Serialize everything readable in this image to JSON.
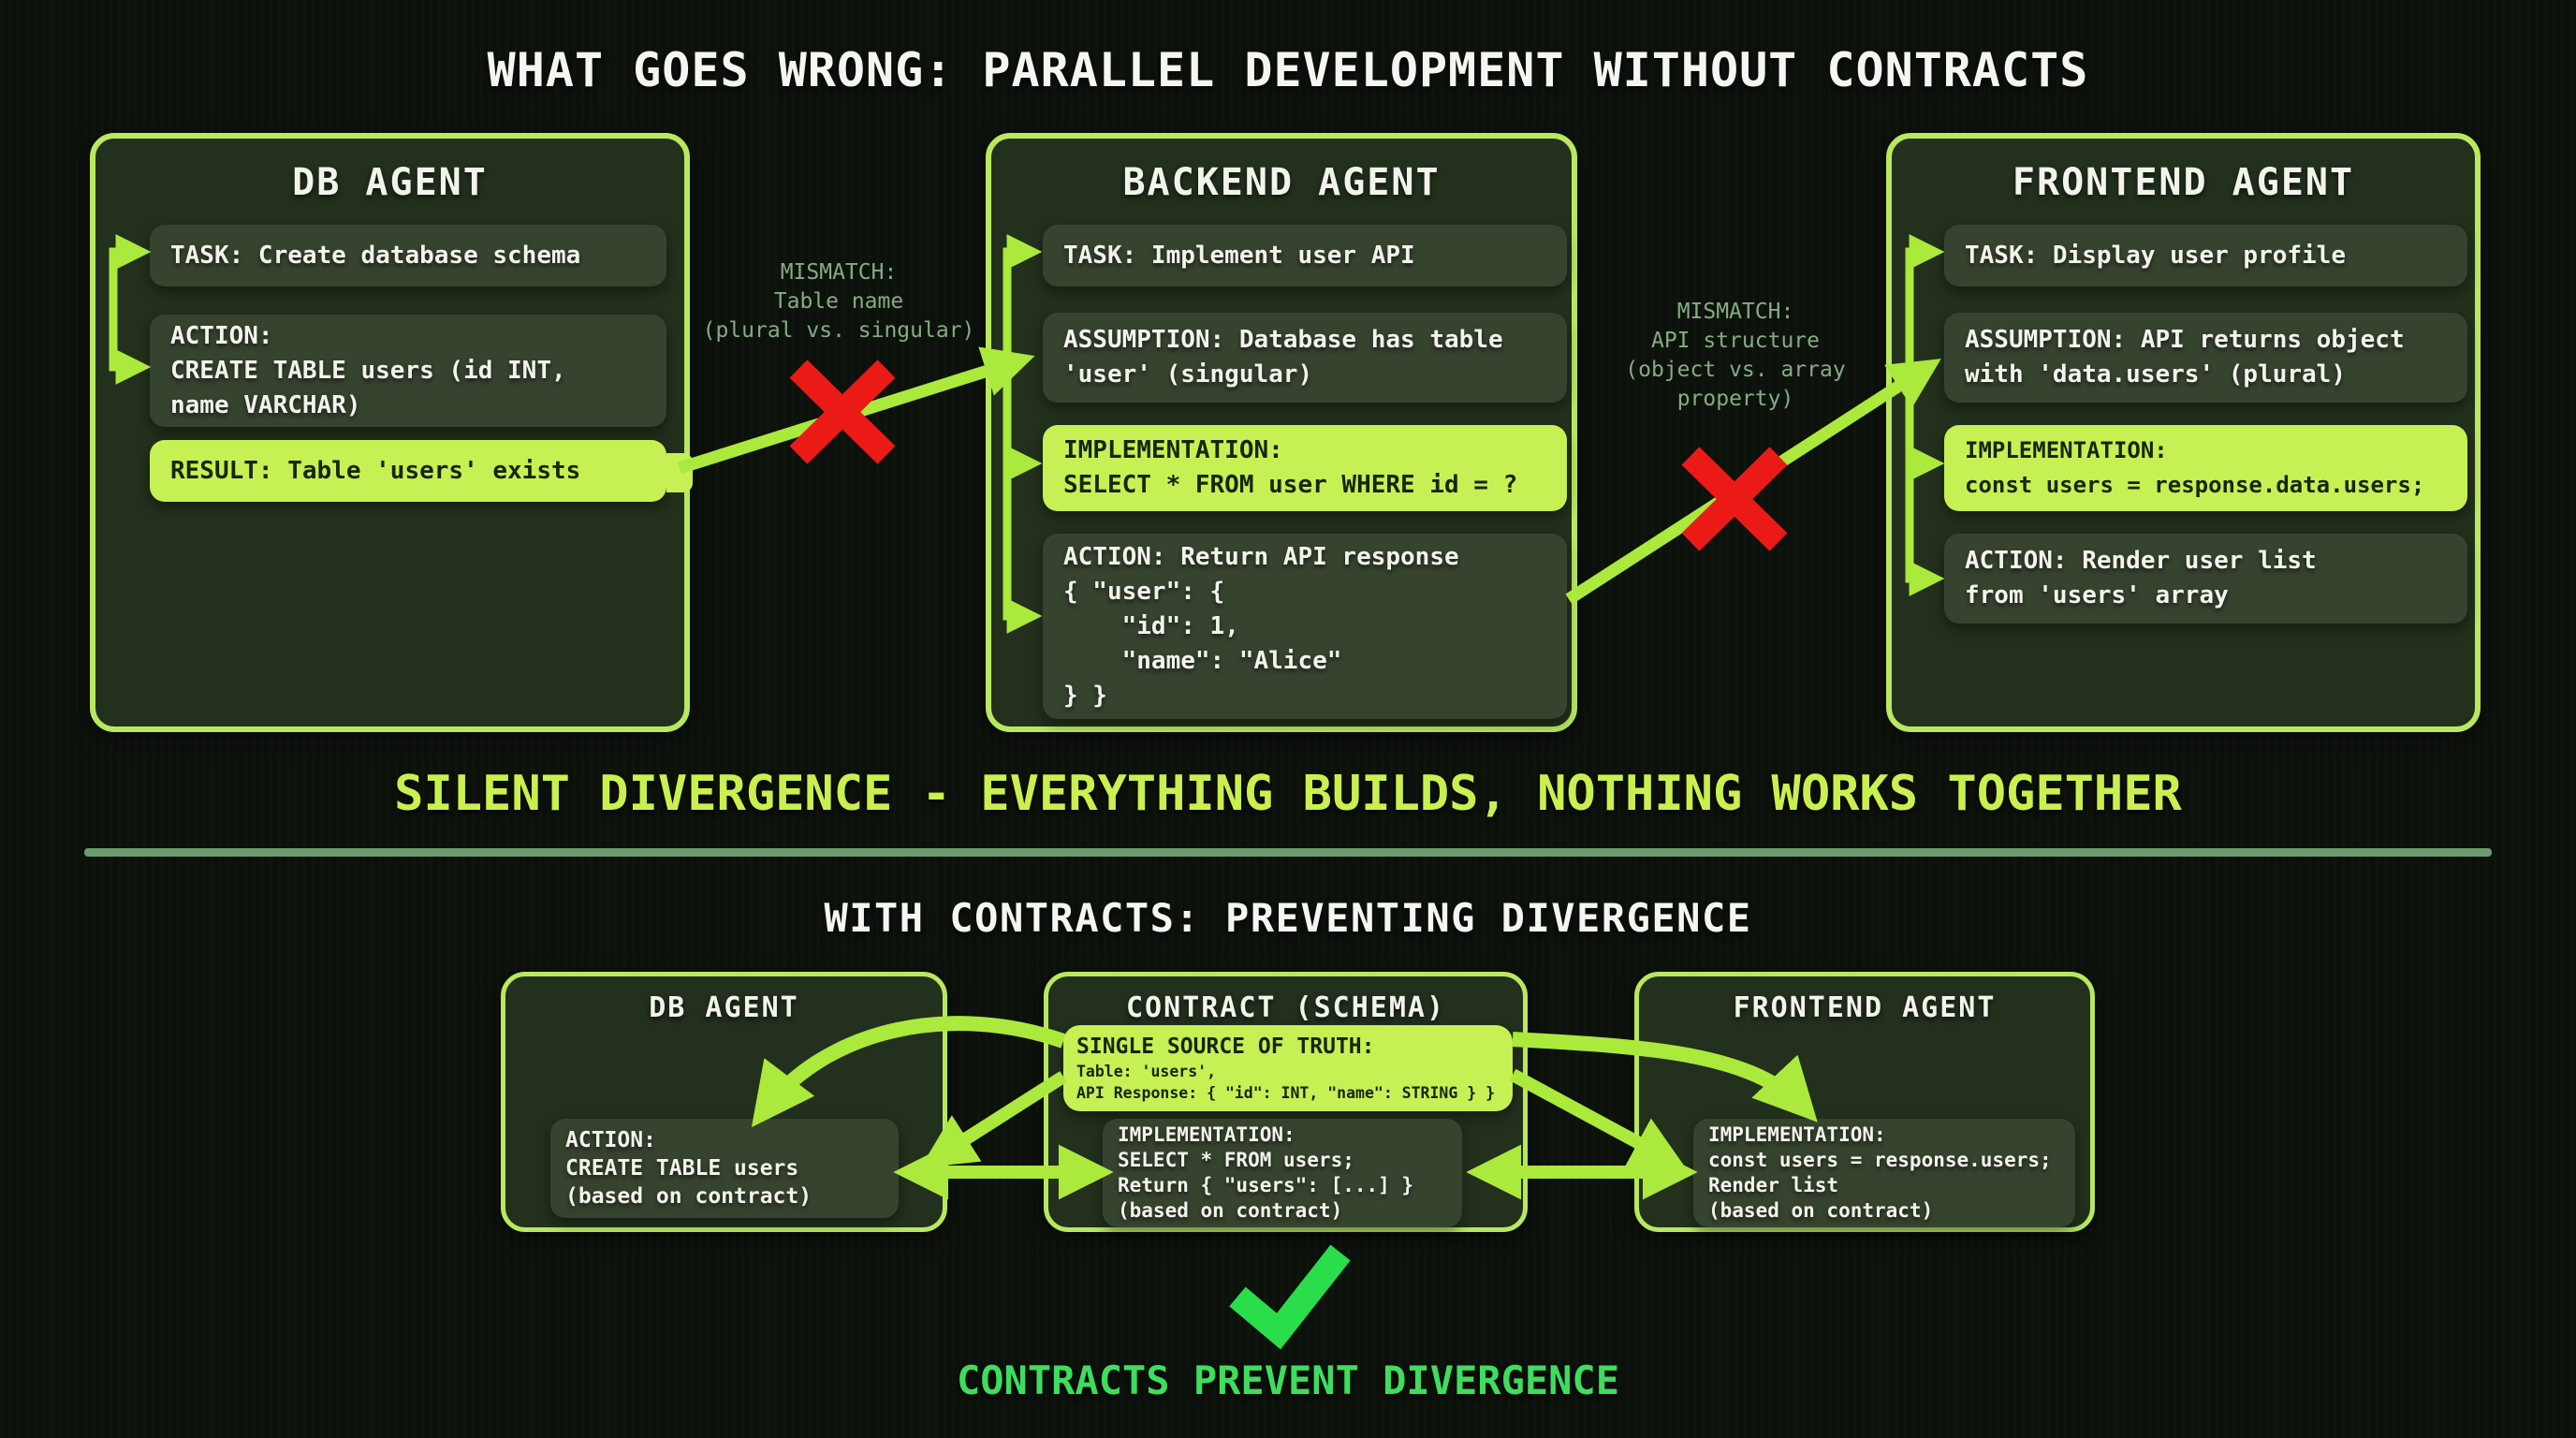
{
  "colors": {
    "background": "#0d110c",
    "box_border": "#b9e85e",
    "box_fill": "#22301d",
    "card_dark": "#36432f",
    "card_bright": "#c6f054",
    "text_light": "#f2f4ec",
    "text_dark": "#17260d",
    "mismatch_text": "#84ad80",
    "arrow": "#abe93c",
    "error_x": "#ec1a17",
    "divider": "#6d9a70",
    "top_verdict": "#c9f04f",
    "checkmark": "#2ade4b",
    "bottom_verdict": "#3edd5d"
  },
  "top_section": {
    "title": "WHAT GOES WRONG: PARALLEL DEVELOPMENT WITHOUT CONTRACTS",
    "agents": [
      {
        "title": "DB AGENT",
        "cards": [
          {
            "text": "TASK: Create database schema"
          },
          {
            "text": "ACTION:\nCREATE TABLE users (id INT,\nname VARCHAR)"
          },
          {
            "text": "RESULT: Table 'users' exists"
          }
        ]
      },
      {
        "title": "BACKEND AGENT",
        "cards": [
          {
            "text": "TASK: Implement user API"
          },
          {
            "text": "ASSUMPTION: Database has table\n'user' (singular)"
          },
          {
            "text": "IMPLEMENTATION:\nSELECT * FROM user WHERE id = ?"
          },
          {
            "text": "ACTION: Return API response\n{ \"user\": {\n    \"id\": 1,\n    \"name\": \"Alice\"\n} }"
          }
        ]
      },
      {
        "title": "FRONTEND AGENT",
        "cards": [
          {
            "text": "TASK: Display user profile"
          },
          {
            "text": "ASSUMPTION: API returns object\nwith 'data.users' (plural)"
          },
          {
            "text": "IMPLEMENTATION:\nconst users = response.data.users;"
          },
          {
            "text": "ACTION: Render user list\nfrom 'users' array"
          }
        ]
      }
    ],
    "mismatches": [
      {
        "text": "MISMATCH:\nTable name\n(plural vs. singular)"
      },
      {
        "text": "MISMATCH:\nAPI structure\n(object vs. array\nproperty)"
      }
    ],
    "verdict": "SILENT DIVERGENCE - EVERYTHING BUILDS, NOTHING WORKS TOGETHER"
  },
  "bottom_section": {
    "title": "WITH CONTRACTS: PREVENTING DIVERGENCE",
    "db_agent": {
      "title": "DB AGENT",
      "action_card": "ACTION:\nCREATE TABLE users\n(based on contract)"
    },
    "contract": {
      "title": "CONTRACT (SCHEMA)",
      "source_card_heading": "SINGLE SOURCE OF TRUTH:",
      "source_card_body": "Table: 'users',\nAPI Response: { \"id\": INT, \"name\": STRING } }",
      "impl_card": "IMPLEMENTATION:\nSELECT * FROM users;\nReturn { \"users\": [...] }\n(based on contract)"
    },
    "frontend_agent": {
      "title": "FRONTEND AGENT",
      "impl_card": "IMPLEMENTATION:\nconst users = response.users;\nRender list\n(based on contract)"
    },
    "verdict": "CONTRACTS PREVENT DIVERGENCE"
  }
}
